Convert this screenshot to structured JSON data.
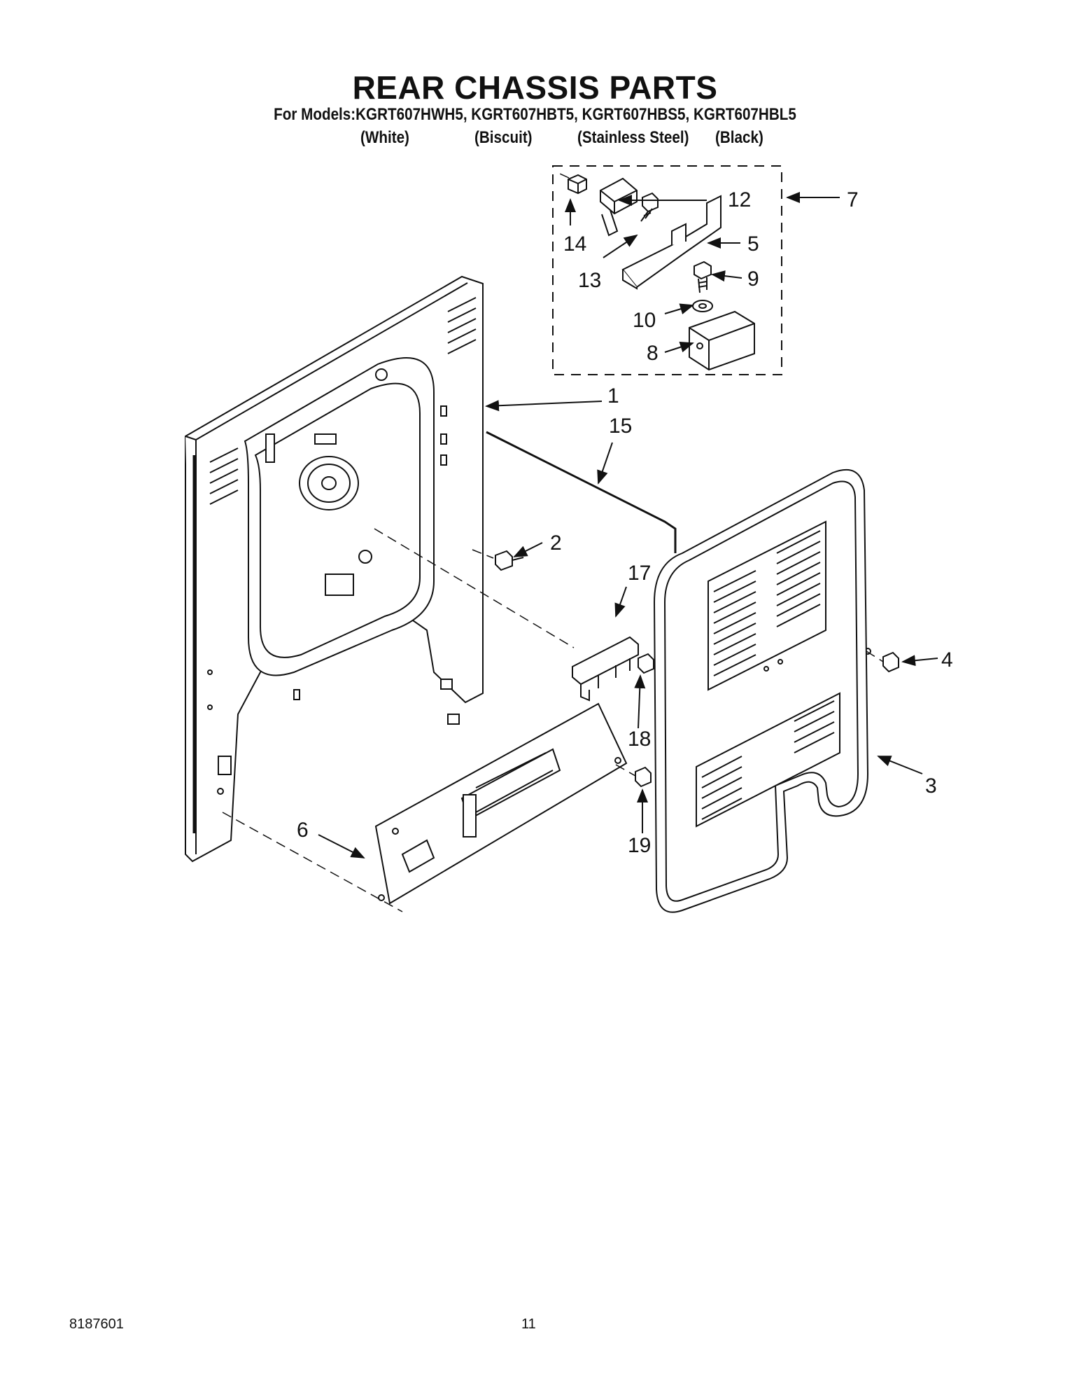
{
  "header": {
    "title": "REAR CHASSIS PARTS",
    "models_line": "For Models:KGRT607HWH5, KGRT607HBT5, KGRT607HBS5, KGRT607HBL5",
    "finishes": [
      "(White)",
      "(Biscuit)",
      "(Stainless Steel)",
      "(Black)"
    ]
  },
  "callouts": {
    "c1": "1",
    "c2": "2",
    "c3": "3",
    "c4": "4",
    "c5": "5",
    "c6": "6",
    "c7": "7",
    "c8": "8",
    "c9": "9",
    "c10": "10",
    "c12": "12",
    "c13": "13",
    "c14": "14",
    "c15": "15",
    "c17": "17",
    "c18": "18",
    "c19": "19"
  },
  "footer": {
    "doc_number": "8187601",
    "page_number": "11"
  }
}
